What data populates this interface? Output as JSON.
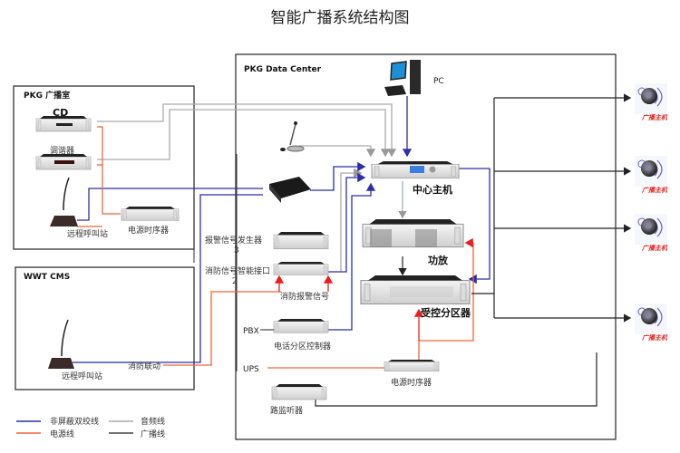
{
  "title": "智能广播系统结构图",
  "groups": {
    "broadcast_room": "PKG 广播室",
    "wwt_cms": "WWT  CMS",
    "data_center": "PKG Data Center"
  },
  "devices": {
    "cd": "CD",
    "tuner": "调谐器",
    "remote_station_1": "远程呼叫站",
    "power_sequencer_1": "电源时序器",
    "remote_station_2": "远程呼叫站",
    "fire_linkage": "消防联动",
    "pc": "PC",
    "central_host": "中心主机",
    "alarm_generator": "报警信号发生器",
    "alarm_generator_num": "3",
    "fire_interface": "消防信号智能接口",
    "fire_interface_num": "2",
    "fire_alarm_signal": "消防报警信号",
    "amplifier": "功放",
    "zone_controller": "受控分区器",
    "pbx": "PBX",
    "phone_zone_controller": "电话分区控制器",
    "ups": "UPS",
    "power_sequencer_2": "电源时序器",
    "monitor": "路监听器",
    "speaker_label": "广播主机"
  },
  "legend": {
    "items": [
      {
        "label": "非屏蔽双绞线",
        "color": "#2b2fa8"
      },
      {
        "label": "音频线",
        "color": "#aaaaaa"
      },
      {
        "label": "电源线",
        "color": "#f0643c"
      },
      {
        "label": "广播线",
        "color": "#444444"
      }
    ]
  },
  "colors": {
    "utp": "#2b2fa8",
    "audio": "#aaaaaa",
    "power": "#f0643c",
    "broadcast": "#333333",
    "fire_signal": "#ee1c1c"
  }
}
